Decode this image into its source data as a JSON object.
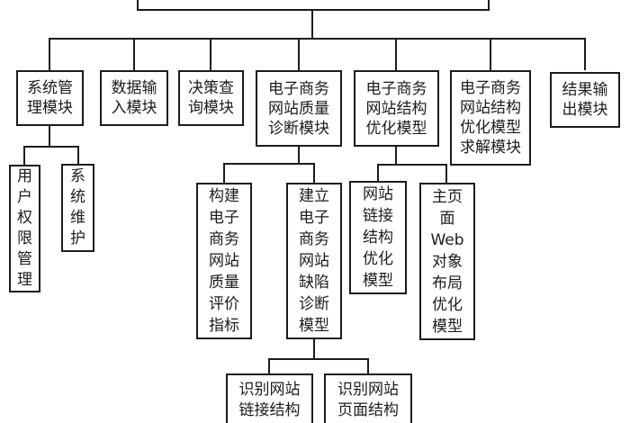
{
  "colors": {
    "ink": "#1c1c1c",
    "background": "#ffffff"
  },
  "diagram": {
    "type": "tree",
    "nodes": {
      "root": {
        "label": "",
        "lines": []
      },
      "system_mgmt": {
        "label": "系统管理模块",
        "lines": [
          "系统管",
          "理模块"
        ]
      },
      "data_input": {
        "label": "数据输入模块",
        "lines": [
          "数据输",
          "入模块"
        ]
      },
      "decision_query": {
        "label": "决策查询模块",
        "lines": [
          "决策查",
          "询模块"
        ]
      },
      "quality_diagnosis": {
        "label": "电子商务网站质量诊断模块",
        "lines": [
          "电子商务",
          "网站质量",
          "诊断模块"
        ]
      },
      "structure_opt": {
        "label": "电子商务网站结构优化模型",
        "lines": [
          "电子商务",
          "网站结构",
          "优化模型"
        ]
      },
      "structure_opt_solver": {
        "label": "电子商务网站结构优化模型求解模块",
        "lines": [
          "电子商务",
          "网站结构",
          "优化模型",
          "求解模块"
        ]
      },
      "result_output": {
        "label": "结果输出模块",
        "lines": [
          "结果输",
          "出模块"
        ]
      },
      "user_permission": {
        "label": "用户权限管理",
        "lines": [
          "用",
          "户",
          "权",
          "限",
          "管",
          "理"
        ]
      },
      "system_maintenance": {
        "label": "系统维护",
        "lines": [
          "系",
          "统",
          "维",
          "护"
        ]
      },
      "build_quality_index": {
        "label": "构建电子商务网站质量评价指标",
        "lines": [
          "构建",
          "电子",
          "商务",
          "网站",
          "质量",
          "评价",
          "指标"
        ]
      },
      "defect_diagnosis_model": {
        "label": "建立电子商务网站缺陷诊断模型",
        "lines": [
          "建立",
          "电子",
          "商务",
          "网站",
          "缺陷",
          "诊断",
          "模型"
        ]
      },
      "link_structure_opt": {
        "label": "网站链接结构优化模型",
        "lines": [
          "网站",
          "链接",
          "结构",
          "优化",
          "模型"
        ]
      },
      "homepage_layout_opt": {
        "label": "主页面Web对象布局优化模型",
        "lines": [
          "主页",
          "面",
          "Web",
          "对象",
          "布局",
          "优化",
          "模型"
        ]
      },
      "identify_link_structure": {
        "label": "识别网站链接结构",
        "lines": [
          "识别网站",
          "链接结构"
        ]
      },
      "identify_page_structure": {
        "label": "识别网站页面结构",
        "lines": [
          "识别网站",
          "页面结构"
        ]
      }
    },
    "edges": [
      [
        "root",
        "system_mgmt"
      ],
      [
        "root",
        "data_input"
      ],
      [
        "root",
        "decision_query"
      ],
      [
        "root",
        "quality_diagnosis"
      ],
      [
        "root",
        "structure_opt"
      ],
      [
        "root",
        "structure_opt_solver"
      ],
      [
        "root",
        "result_output"
      ],
      [
        "system_mgmt",
        "user_permission"
      ],
      [
        "system_mgmt",
        "system_maintenance"
      ],
      [
        "quality_diagnosis",
        "build_quality_index"
      ],
      [
        "quality_diagnosis",
        "defect_diagnosis_model"
      ],
      [
        "structure_opt",
        "link_structure_opt"
      ],
      [
        "structure_opt",
        "homepage_layout_opt"
      ],
      [
        "defect_diagnosis_model",
        "identify_link_structure"
      ],
      [
        "defect_diagnosis_model",
        "identify_page_structure"
      ]
    ]
  }
}
